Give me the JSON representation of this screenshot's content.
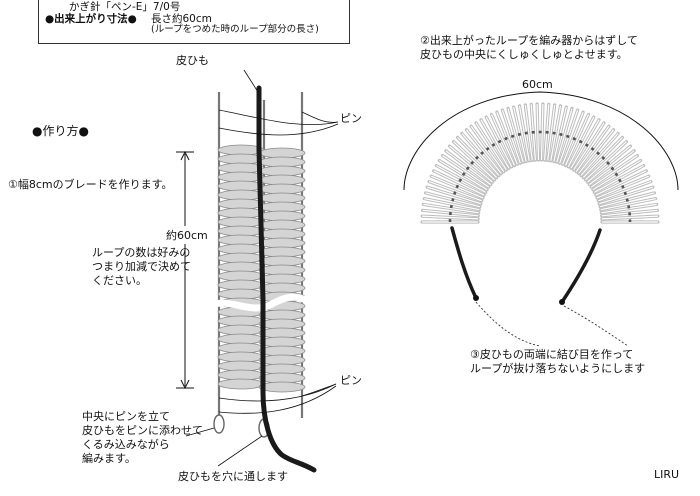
{
  "header_box": {
    "hook_line": "かぎ針「ペン-E」7/0号",
    "size_label": "●出来上がり寸法●",
    "size_value": "長さ約60cm",
    "size_note": "(ループをつめた時のループ部分の長さ)"
  },
  "left": {
    "cord_label": "皮ひも",
    "pin_label_top": "ピン",
    "pin_label_bottom": "ピン",
    "section_title": "●作り方●",
    "step1": "①幅8cmのブレードを作ります。",
    "length_label": "約60cm",
    "loop_note": "ループの数は好みの\nつまり加減で決めて\nください。",
    "center_pin_note": "中央にピンを立て\n皮ひもをピンに添わせて\nくるみ込みながら\n編みます。",
    "hole_note": "皮ひもを穴に通します"
  },
  "right": {
    "step2": "②出来上がったループを編み器からはずして\n皮ひもの中央にくしゅくしゅとよせます。",
    "arc_label": "60cm",
    "step3": "③皮ひもの両端に結び目を作って\nループが抜け落ちないようにします"
  },
  "brand": "LIRU",
  "colors": {
    "loop_fill": "#d4d4d4",
    "loop_stroke": "#8a8a8a",
    "cord": "#1a1a1a",
    "pin": "#777777"
  }
}
